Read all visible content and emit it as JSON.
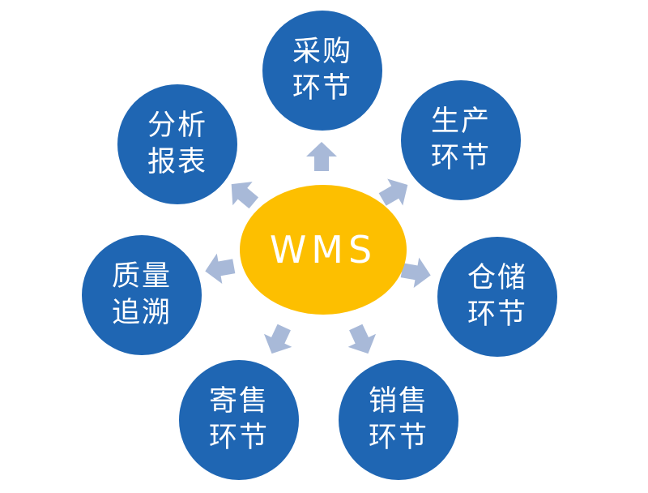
{
  "center": {
    "label": "WMS"
  },
  "nodes": [
    {
      "id": "purchase",
      "line1": "采购",
      "line2": "环节"
    },
    {
      "id": "production",
      "line1": "生产",
      "line2": "环节"
    },
    {
      "id": "warehouse",
      "line1": "仓储",
      "line2": "环节"
    },
    {
      "id": "sales",
      "line1": "销售",
      "line2": "环节"
    },
    {
      "id": "consignment",
      "line1": "寄售",
      "line2": "环节"
    },
    {
      "id": "quality",
      "line1": "质量",
      "line2": "追溯"
    },
    {
      "id": "report",
      "line1": "分析",
      "line2": "报表"
    }
  ],
  "colors": {
    "node": "#1f66b3",
    "center": "#fdbf00",
    "arrow": "#a8b9d8",
    "text": "#ffffff"
  }
}
